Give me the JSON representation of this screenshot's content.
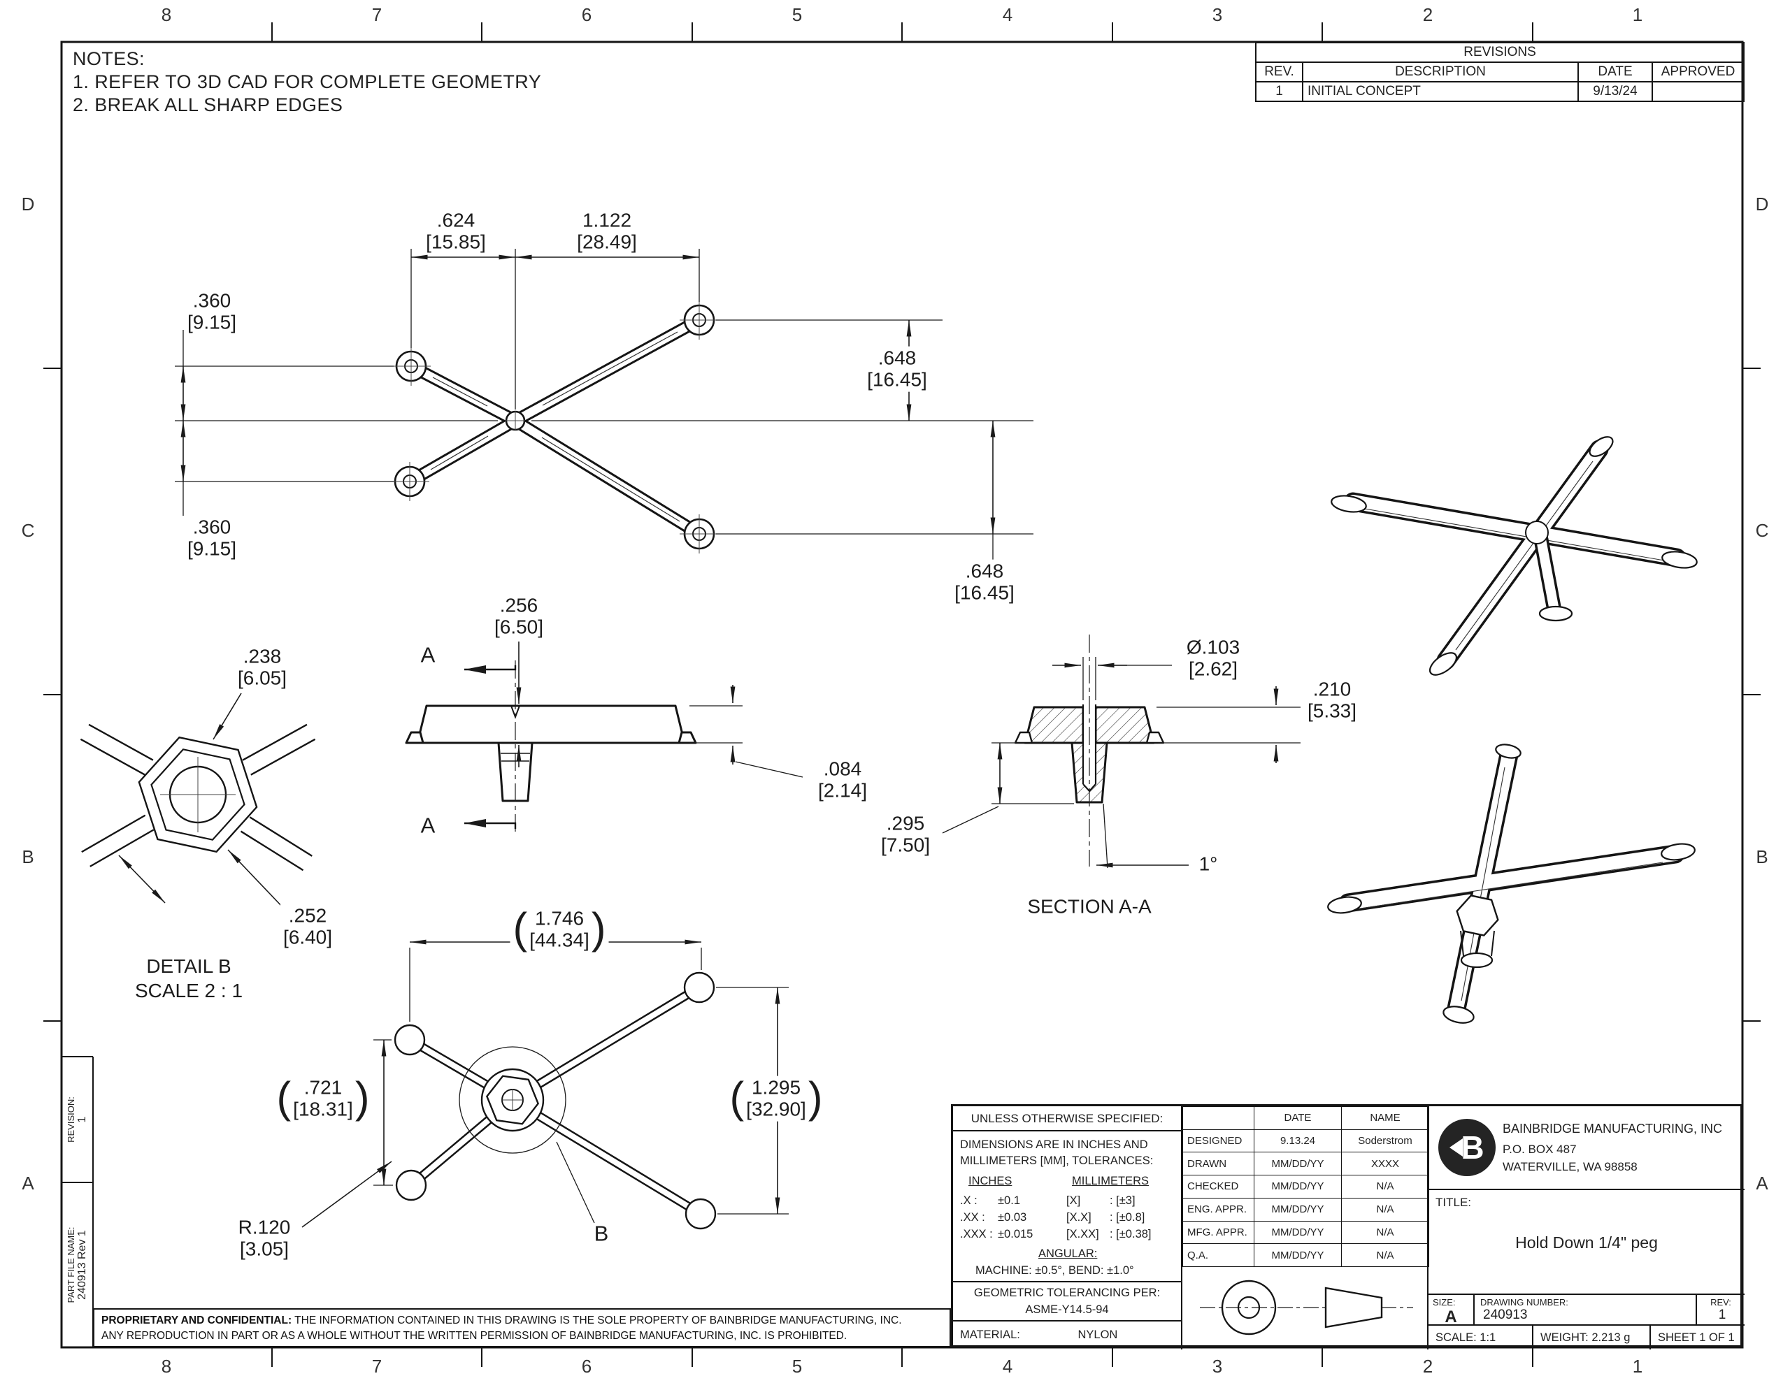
{
  "sheet": {
    "zone_cols": [
      "8",
      "7",
      "6",
      "5",
      "4",
      "3",
      "2",
      "1"
    ],
    "zone_rows": [
      "D",
      "C",
      "B",
      "A"
    ]
  },
  "notes": {
    "title": "NOTES:",
    "item1": "1.  REFER TO 3D CAD FOR COMPLETE GEOMETRY",
    "item2": "2.  BREAK ALL SHARP EDGES"
  },
  "revisions": {
    "title": "REVISIONS",
    "headers": {
      "rev": "REV.",
      "desc": "DESCRIPTION",
      "date": "DATE",
      "approved": "APPROVED"
    },
    "row": {
      "rev": "1",
      "desc": "INITIAL CONCEPT",
      "date": "9/13/24",
      "approved": ""
    }
  },
  "dims": {
    "d624": {
      "v": ".624",
      "mm": "[15.85]"
    },
    "d1122": {
      "v": "1.122",
      "mm": "[28.49]"
    },
    "d360_top": {
      "v": ".360",
      "mm": "[9.15]"
    },
    "d360_bottom": {
      "v": ".360",
      "mm": "[9.15]"
    },
    "d648_top": {
      "v": ".648",
      "mm": "[16.45]"
    },
    "d648_bottom": {
      "v": ".648",
      "mm": "[16.45]"
    },
    "d256": {
      "v": ".256",
      "mm": "[6.50]"
    },
    "d084": {
      "v": ".084",
      "mm": "[2.14]"
    },
    "d238": {
      "v": ".238",
      "mm": "[6.05]"
    },
    "d252": {
      "v": ".252",
      "mm": "[6.40]"
    },
    "d103": {
      "v": "Ø.103",
      "mm": "[2.62]"
    },
    "d210": {
      "v": ".210",
      "mm": "[5.33]"
    },
    "d295": {
      "v": ".295",
      "mm": "[7.50]"
    },
    "angle": {
      "v": "1°"
    },
    "d1746": {
      "v": "1.746",
      "mm": "[44.34]"
    },
    "d721": {
      "v": ".721",
      "mm": "[18.31]"
    },
    "d1295": {
      "v": "1.295",
      "mm": "[32.90]"
    },
    "r120": {
      "v": "R.120",
      "mm": "[3.05]"
    }
  },
  "labels": {
    "detail_b_title": "DETAIL B",
    "detail_b_scale": "SCALE 2 : 1",
    "section_title": "SECTION A-A",
    "section_arrow": "A",
    "detail_ref": "B",
    "paren_open": "(",
    "paren_close": ")"
  },
  "title_block": {
    "spec_header": "UNLESS OTHERWISE SPECIFIED:",
    "dims_line1": "DIMENSIONS ARE IN INCHES AND",
    "dims_line2": "MILLIMETERS [MM], TOLERANCES:",
    "inches_header": "INCHES",
    "mm_header": "MILLIMETERS",
    "tol": [
      {
        "a": ".X :",
        "b": "±0.1",
        "c": "[X]",
        "d": ": [±3]"
      },
      {
        "a": ".XX :",
        "b": "±0.03",
        "c": "[X.X]",
        "d": ": [±0.8]"
      },
      {
        "a": ".XXX :",
        "b": "±0.015",
        "c": "[X.XX]",
        "d": ": [±0.38]"
      }
    ],
    "angular_header": "ANGULAR:",
    "angular_values": "MACHINE: ±0.5°, BEND: ±1.0°",
    "geo_line1": "GEOMETRIC TOLERANCING PER:",
    "geo_line2": "ASME-Y14.5-94",
    "material_label": "MATERIAL:",
    "material_value": "NYLON",
    "approvals": {
      "col_date": "DATE",
      "col_name": "NAME",
      "rows": [
        {
          "role": "DESIGNED",
          "date": "9.13.24",
          "name": "Soderstrom"
        },
        {
          "role": "DRAWN",
          "date": "MM/DD/YY",
          "name": "XXXX"
        },
        {
          "role": "CHECKED",
          "date": "MM/DD/YY",
          "name": "N/A"
        },
        {
          "role": "ENG. APPR.",
          "date": "MM/DD/YY",
          "name": "N/A"
        },
        {
          "role": "MFG. APPR.",
          "date": "MM/DD/YY",
          "name": "N/A"
        },
        {
          "role": "Q.A.",
          "date": "MM/DD/YY",
          "name": "N/A"
        }
      ]
    },
    "company": {
      "logo_letter": "B",
      "name": "BAINBRIDGE MANUFACTURING, INC",
      "address1": "P.O. BOX 487",
      "address2": "WATERVILLE, WA 98858"
    },
    "title_label": "TITLE:",
    "title_value": "Hold Down 1/4\" peg",
    "size_label": "SIZE:",
    "size_value": "A",
    "dwg_label": "DRAWING NUMBER:",
    "dwg_value": "240913",
    "rev_label": "REV:",
    "rev_value": "1",
    "scale": "SCALE: 1:1",
    "weight": "WEIGHT: 2.213 g",
    "sheet": "SHEET 1 OF 1"
  },
  "side_strip": {
    "revision_label": "REVISION:",
    "revision_value": "1",
    "file_label": "PART FILE NAME:",
    "file_value": "240913 Rev 1"
  },
  "proprietary": {
    "bold": "PROPRIETARY AND CONFIDENTIAL:",
    "line1": " THE INFORMATION CONTAINED IN THIS DRAWING IS THE SOLE PROPERTY OF BAINBRIDGE MANUFACTURING, INC.",
    "line2": "ANY REPRODUCTION IN PART OR AS A WHOLE WITHOUT THE WRITTEN PERMISSION OF BAINBRIDGE MANUFACTURING, INC. IS PROHIBITED."
  }
}
